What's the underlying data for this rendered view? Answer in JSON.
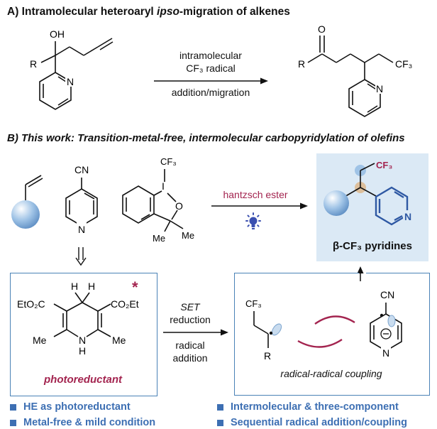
{
  "section_a": {
    "letter": "A)",
    "title_pre": "Intramolecular heteroaryl ",
    "title_italic": "ipso",
    "title_post": "-migration of alkenes",
    "arrow_top_1": "intramolecular",
    "arrow_top_2": "CF₃ radical",
    "arrow_bottom": "addition/migration",
    "sm_labels": {
      "oh": "OH",
      "r": "R",
      "n": "N"
    },
    "prod_labels": {
      "o": "O",
      "r": "R",
      "cf3": "CF₃",
      "n": "N"
    }
  },
  "section_b": {
    "title": "B) This work: Transition-metal-free, intermolecular carbopyridylation of olefins",
    "reagent_labels": {
      "cn": "CN",
      "n": "N",
      "cf3": "CF₃",
      "i": "I",
      "o": "O",
      "me1": "Me",
      "me2": "Me"
    },
    "arrow_label": "hantzsch ester",
    "product_name": "β-CF₃ pyridines",
    "product_labels": {
      "cf3": "CF₃",
      "n": "N"
    },
    "he_labels": {
      "h1": "H",
      "h2": "H",
      "star": "*",
      "eto2c": "EtO₂C",
      "co2et": "CO₂Et",
      "me1": "Me",
      "me2": "Me",
      "nh": "N",
      "nh_h": "H"
    },
    "photoreductant": "photoreductant",
    "mid_arrow_top_1": "SET",
    "mid_arrow_top_2": "reduction",
    "mid_arrow_bottom_1": "radical",
    "mid_arrow_bottom_2": "addition",
    "radical_labels": {
      "cf3": "CF₃",
      "r": "R",
      "cn": "CN",
      "n": "N",
      "minus": "⊖"
    },
    "coupling_label": "radical-radical coupling"
  },
  "bullets": [
    "HE as photoreductant",
    "Metal-free & mild condition",
    "Intermolecular & three-component",
    "Sequential radical addition/coupling"
  ],
  "colors": {
    "accent_red": "#a3244f",
    "accent_blue": "#3d6fb3",
    "box_border": "#4a82b6",
    "product_bg": "#dbe9f5",
    "sphere_blue": "#9fc3e6",
    "tan": "#dcbf9c",
    "pyridine_blue": "#2e58a3",
    "bulb": "#3a4fb0"
  }
}
